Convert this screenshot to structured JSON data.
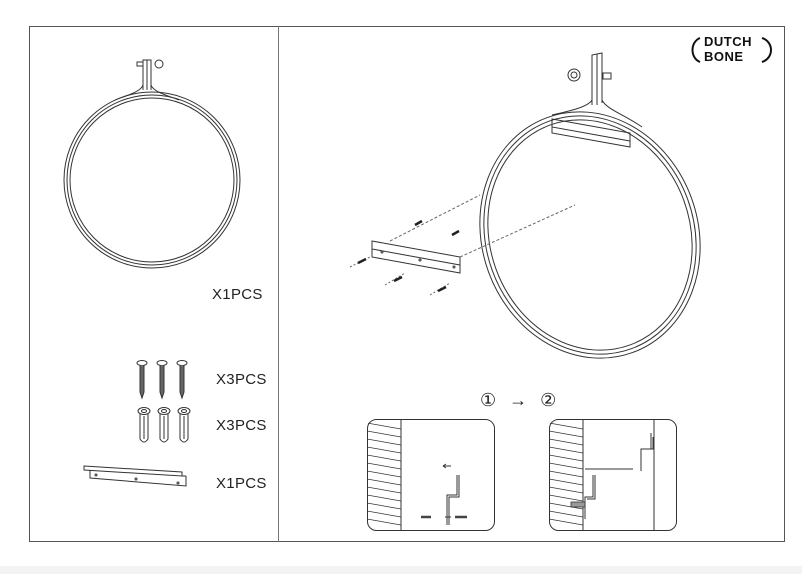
{
  "brand": {
    "line1": "DUTCH",
    "line2": "BONE",
    "icon": "globe-icon"
  },
  "parts": [
    {
      "name": "ring-hanger",
      "label": "X1PCS",
      "quantity": 1
    },
    {
      "name": "screws",
      "label": "X3PCS",
      "quantity": 3
    },
    {
      "name": "wall-plugs",
      "label": "X3PCS",
      "quantity": 3
    },
    {
      "name": "mounting-bracket",
      "label": "X1PCS",
      "quantity": 1
    }
  ],
  "steps": {
    "step1": "①",
    "arrow": "→",
    "step2": "②"
  },
  "colors": {
    "line": "#333333",
    "frame": "#555555",
    "background": "#ffffff"
  }
}
